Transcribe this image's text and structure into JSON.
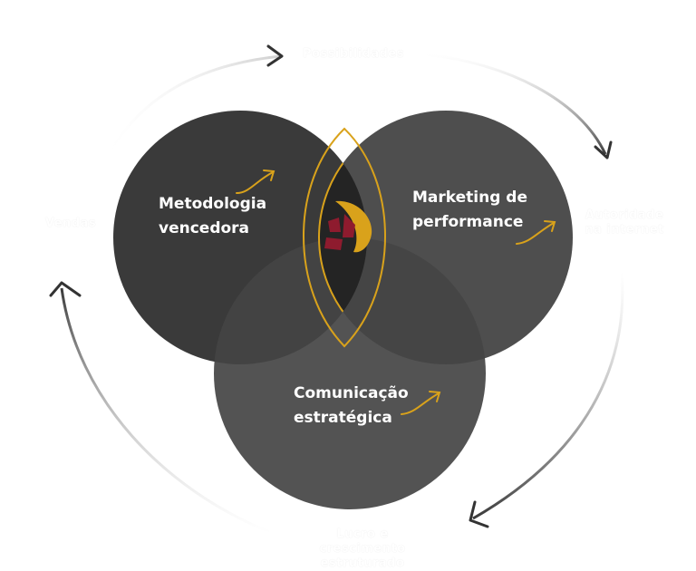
{
  "cycle_labels": {
    "top": "Possibilidades",
    "right": "Autoridade na internet",
    "bottom": "Lucro e crescimento estruturado",
    "left": "Vendas"
  },
  "circles": {
    "left": "Metodologia vencedora",
    "right": "Marketing de performance",
    "bottom": "Comunicação estratégica"
  },
  "colors": {
    "circle_fill": "#3a3a3a",
    "accent": "#d9a21b",
    "logo_red": "#8e1b2e",
    "arrow": "#333333"
  },
  "icons": [
    "growth-arrow-icon",
    "brand-logo-icon"
  ]
}
